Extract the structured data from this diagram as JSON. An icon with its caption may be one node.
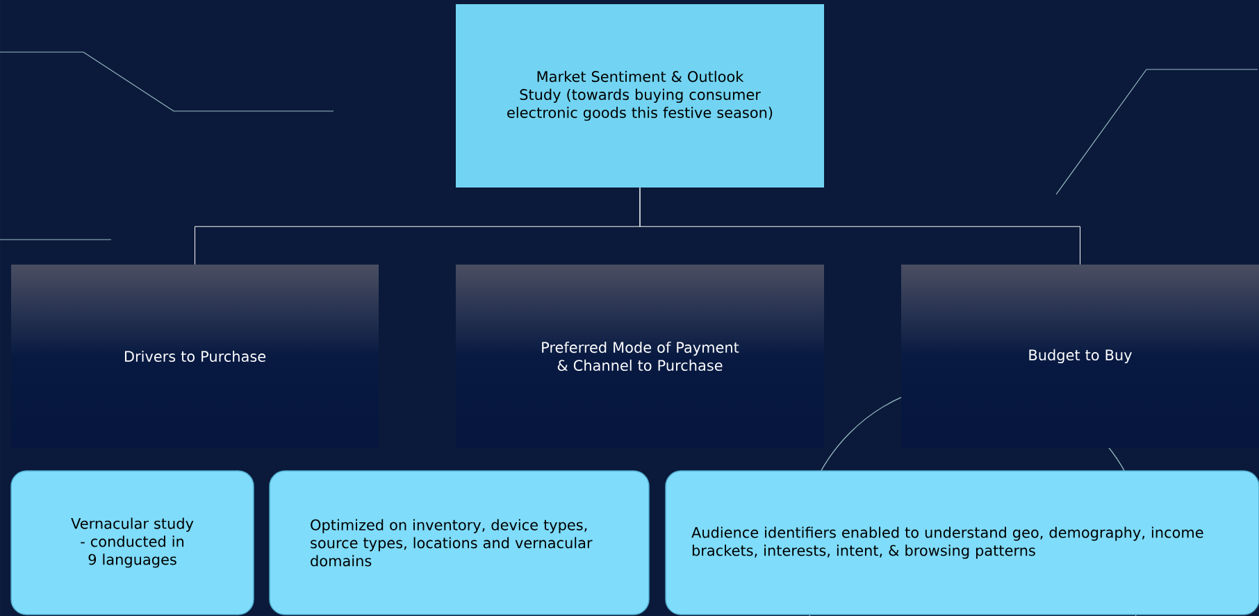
{
  "diagram": {
    "nodes": [
      {
        "text": [
          "Market Sentiment & Outlook Study (towards buying consumer electronic goods this festive season)"
        ]
      },
      {
        "text": [
          "Drivers to Purchase"
        ]
      },
      {
        "text": [
          "Preferred Mode of Payment & Channel to Purchase"
        ]
      },
      {
        "text": [
          "Budget to Buy"
        ]
      },
      {
        "text": [
          "Vernacular study - conducted in 9 languages"
        ]
      },
      {
        "text": [
          "Optimized on inventory, device types, source types, locations and vernacular domains"
        ]
      },
      {
        "text": [
          "Audience identifiers enabled to understand geo, demography,  income brackets, interests, intent, & browsing patterns"
        ]
      }
    ],
    "edges": [
      {
        "from": 0,
        "to": 1,
        "arrow": "none"
      },
      {
        "from": 0,
        "to": 3,
        "arrow": "none"
      }
    ]
  }
}
